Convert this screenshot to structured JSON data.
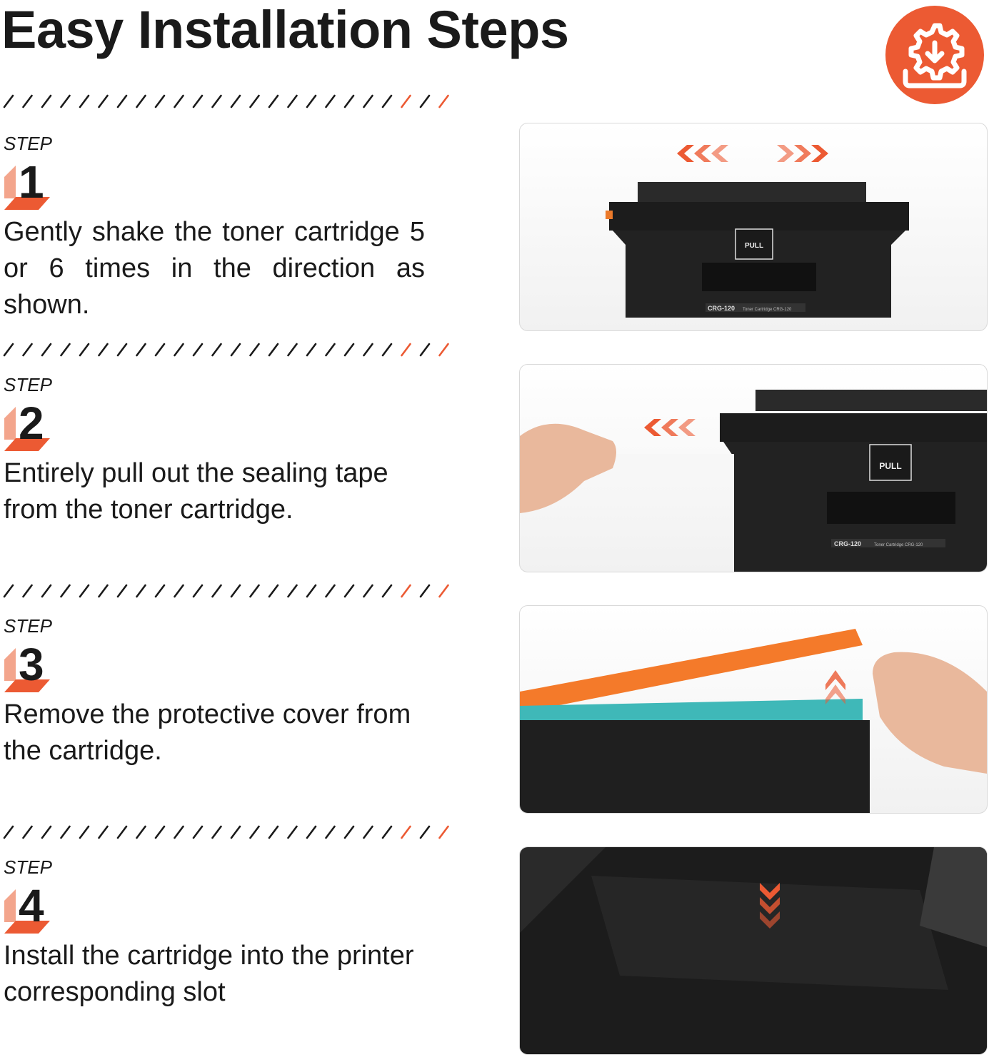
{
  "title": "Easy Installation Steps",
  "logo_icon": "gear-download-icon",
  "colors": {
    "accent": "#ec5a33",
    "accent_light": "#f3a58c",
    "text": "#1a1a1a"
  },
  "steps": [
    {
      "label": "STEP",
      "number": "1",
      "text": "Gently shake the toner cartridge 5 or 6 times in the direction as shown.",
      "image": {
        "pull_label": "PULL",
        "model_label": "CRG-120",
        "model_caption": "Toner Cartridge CRG-120"
      }
    },
    {
      "label": "STEP",
      "number": "2",
      "text": "Entirely pull out the sealing tape from the toner cartridge.",
      "image": {
        "pull_label": "PULL",
        "model_label": "CRG-120",
        "model_caption": "Toner Cartridge CRG-120"
      }
    },
    {
      "label": "STEP",
      "number": "3",
      "text": "Remove the protective cover from the cartridge."
    },
    {
      "label": "STEP",
      "number": "4",
      "text": "Install the cartridge into the printer corresponding slot"
    }
  ]
}
